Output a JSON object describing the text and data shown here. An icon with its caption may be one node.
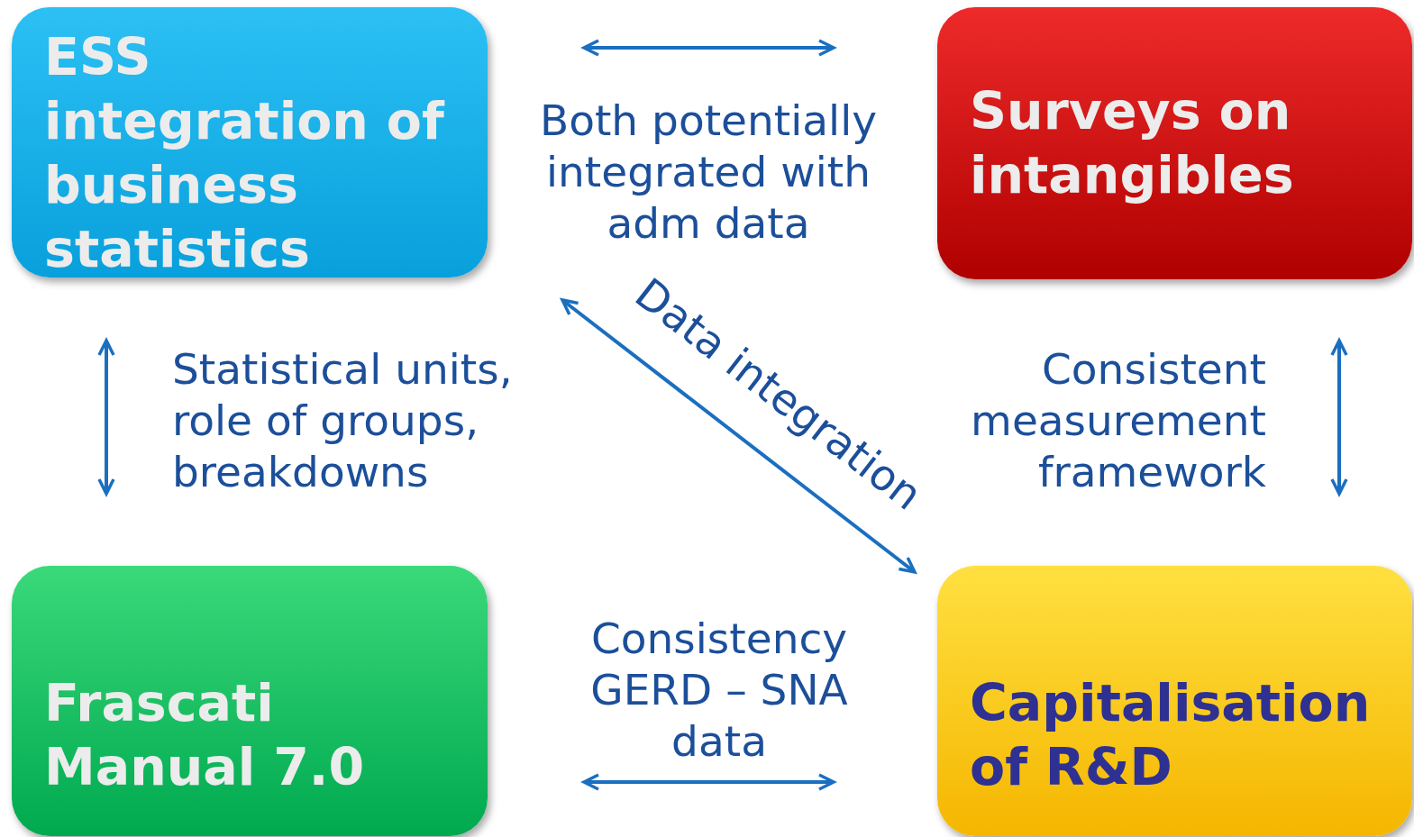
{
  "diagram": {
    "nodes": [
      {
        "text": [
          "ESS integration of business statistics"
        ]
      },
      {
        "text": [
          "Surveys on intangibles"
        ]
      },
      {
        "text": [
          "Frascati Manual 7.0"
        ]
      },
      {
        "text": [
          "Capitalisation of R&D"
        ]
      }
    ],
    "edges": [
      {
        "from": 0,
        "to": 1,
        "arrow": "both",
        "label": "Both potentially integrated with adm data"
      },
      {
        "from": 0,
        "to": 2,
        "arrow": "both",
        "label": "Statistical units, role of groups, breakdowns"
      },
      {
        "from": 0,
        "to": 3,
        "arrow": "both",
        "label": "Data integration"
      },
      {
        "from": 1,
        "to": 3,
        "arrow": "both",
        "label": "Consistent measurement framework"
      },
      {
        "from": 2,
        "to": 3,
        "arrow": "both",
        "label": "Consistency GERD – SNA data"
      }
    ]
  }
}
